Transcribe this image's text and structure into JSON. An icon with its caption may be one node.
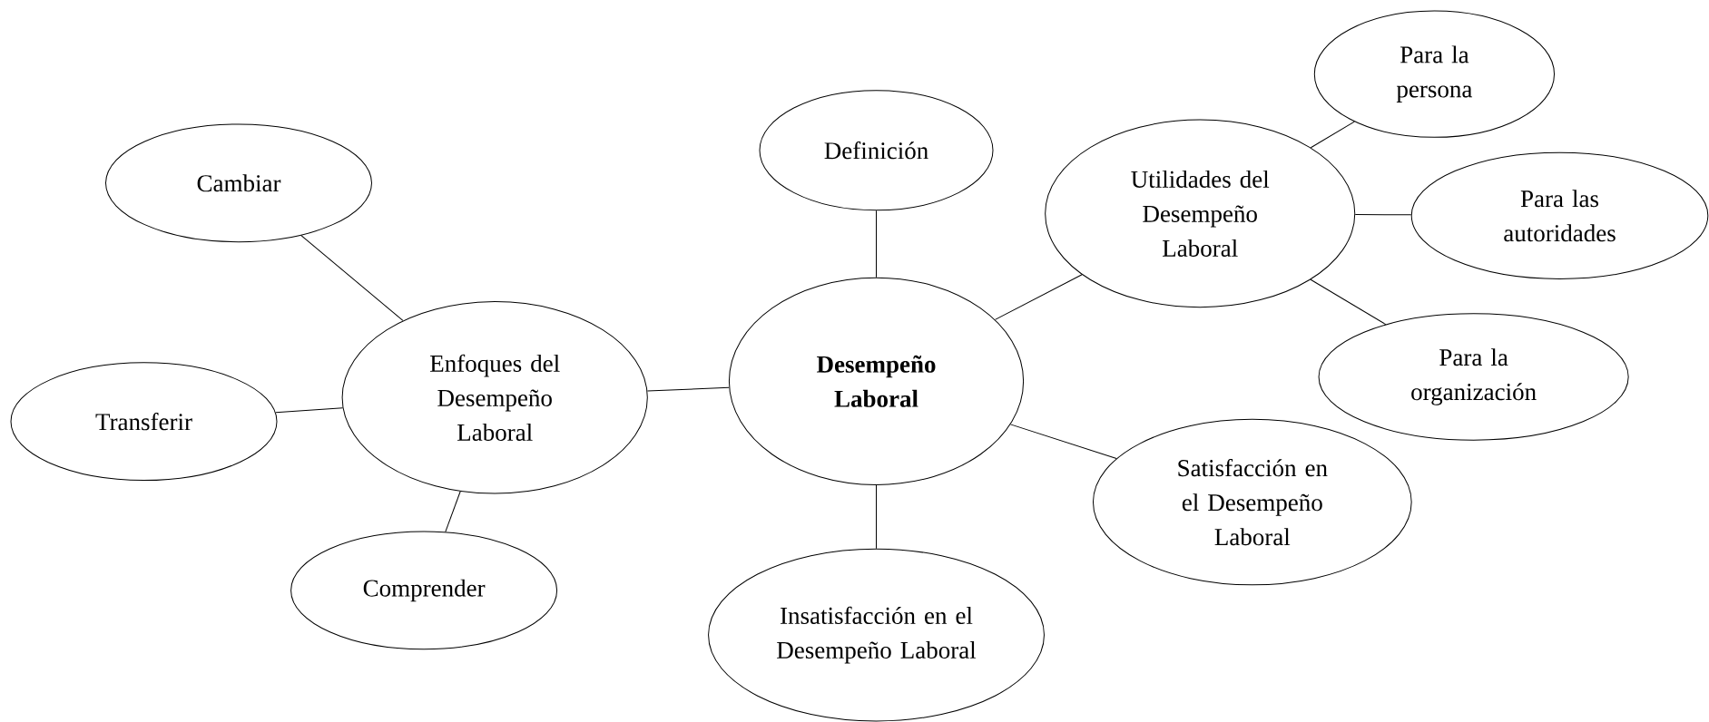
{
  "diagram": {
    "nodes": [
      {
        "text": [
          "**Desempeño Laboral**"
        ]
      },
      {
        "text": [
          "Definición"
        ]
      },
      {
        "text": [
          "Utilidades del Desempeño Laboral"
        ]
      },
      {
        "text": [
          "Para la persona"
        ]
      },
      {
        "text": [
          "Para las autoridades"
        ]
      },
      {
        "text": [
          "Para la organización"
        ]
      },
      {
        "text": [
          "Satisfacción en el Desempeño Laboral"
        ]
      },
      {
        "text": [
          "Insatisfacción en el Desempeño Laboral"
        ]
      },
      {
        "text": [
          "Enfoques del Desempeño Laboral"
        ]
      },
      {
        "text": [
          "Cambiar"
        ]
      },
      {
        "text": [
          "Transferir"
        ]
      },
      {
        "text": [
          "Comprender"
        ]
      }
    ],
    "edges": [
      {
        "from": 0,
        "to": 1,
        "arrow": "none"
      },
      {
        "from": 0,
        "to": 2,
        "arrow": "none"
      },
      {
        "from": 2,
        "to": 3,
        "arrow": "none"
      },
      {
        "from": 2,
        "to": 4,
        "arrow": "none"
      },
      {
        "from": 2,
        "to": 5,
        "arrow": "none"
      },
      {
        "from": 0,
        "to": 6,
        "arrow": "none"
      },
      {
        "from": 0,
        "to": 7,
        "arrow": "none"
      },
      {
        "from": 0,
        "to": 8,
        "arrow": "none"
      },
      {
        "from": 8,
        "to": 9,
        "arrow": "none"
      },
      {
        "from": 8,
        "to": 10,
        "arrow": "none"
      },
      {
        "from": 8,
        "to": 11,
        "arrow": "none"
      }
    ]
  }
}
